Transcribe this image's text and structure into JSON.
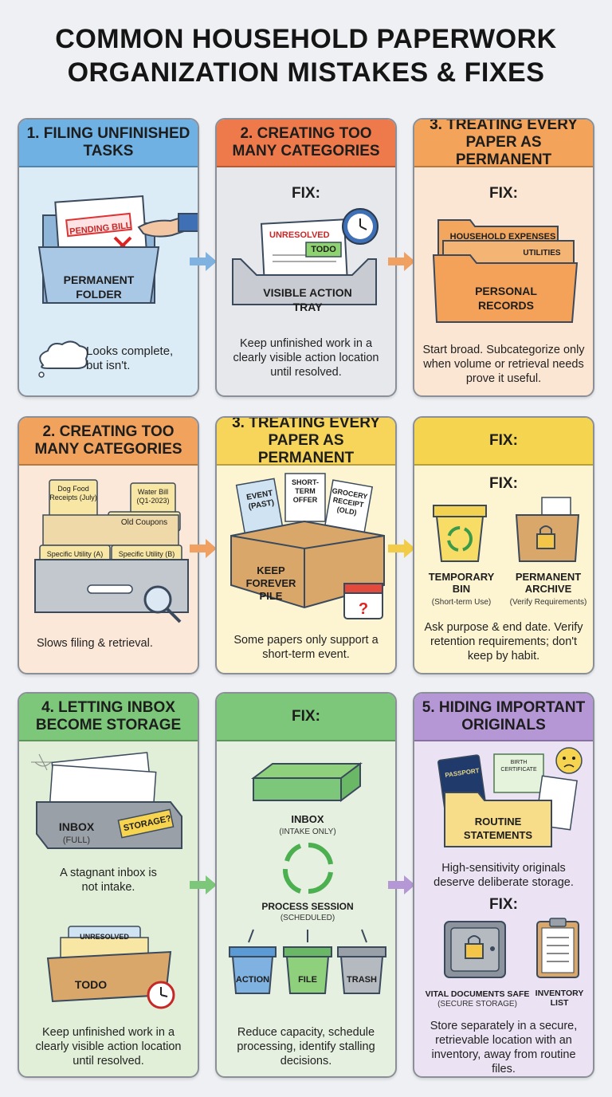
{
  "title": {
    "line1": "COMMON HOUSEHOLD PAPERWORK",
    "line2": "ORGANIZATION MISTAKES & FIXES"
  },
  "row1": {
    "card1": {
      "header": "1. FILING UNFINISHED TASKS",
      "paper_label": "PENDING BILL",
      "folder_label": "PERMANENT FOLDER",
      "caption": "Looks complete, but isn't."
    },
    "card2": {
      "header": "2. CREATING TOO MANY CATEGORIES",
      "fix": "FIX:",
      "paper_label": "UNRESOLVED",
      "tag": "TODO",
      "tray_label": "VISIBLE ACTION TRAY",
      "caption": "Keep unfinished work in a clearly visible action location until resolved."
    },
    "card3": {
      "header": "3. TREATING EVERY PAPER AS PERMANENT",
      "fix": "FIX:",
      "folder_top": "HOUSEHOLD EXPENSES",
      "folder_mid": "UTILITIES",
      "folder_front": "PERSONAL RECORDS",
      "caption": "Start broad. Subcategorize only when volume or retrieval needs prove it useful."
    }
  },
  "row2": {
    "card1": {
      "header": "2. CREATING TOO MANY CATEGORIES",
      "tab1": "Dog Food Receipts (July)",
      "tab2": "Water Bill (Q1-2023)",
      "tab3": "Old Coupons",
      "tab4": "Specific Utility (A)",
      "tab5": "Specific Utility (B)",
      "caption": "Slows filing & retrieval."
    },
    "card2": {
      "header": "3. TREATING EVERY PAPER AS PERMANENT",
      "paper1": "EVENT (PAST)",
      "paper2": "SHORT-TERM OFFER",
      "paper3": "GROCERY RECEIPT (OLD)",
      "box_label": "KEEP FOREVER PILE",
      "caption": "Some papers only support a short-term event."
    },
    "card3": {
      "header": "FIX:",
      "fix": "FIX:",
      "bin_label": "TEMPORARY BIN",
      "bin_sub": "(Short-term Use)",
      "archive_label": "PERMANENT ARCHIVE",
      "archive_sub": "(Verify Requirements)",
      "caption": "Ask purpose & end date. Verify retention requirements; don't keep by habit."
    }
  },
  "row3": {
    "card1": {
      "header": "4. LETTING INBOX BECOME STORAGE",
      "inbox_label": "INBOX",
      "inbox_sub": "(FULL)",
      "sticker": "STORAGE?",
      "caption1": "A stagnant inbox is not intake.",
      "tab": "UNRESOLVED",
      "todo_label": "TODO",
      "caption2": "Keep unfinished work in a clearly visible action location until resolved."
    },
    "card2": {
      "header": "FIX:",
      "inbox_label": "INBOX",
      "inbox_sub": "(INTAKE ONLY)",
      "process_label": "PROCESS SESSION",
      "process_sub": "(SCHEDULED)",
      "bin1": "ACTION",
      "bin2": "FILE",
      "bin3": "TRASH",
      "caption": "Reduce capacity, schedule processing, identify stalling decisions."
    },
    "card3": {
      "header": "5. HIDING IMPORTANT ORIGINALS",
      "passport": "PASSPORT",
      "cert": "BIRTH CERTIFICATE",
      "folder_label": "ROUTINE STATEMENTS",
      "caption1": "High-sensitivity originals deserve deliberate storage.",
      "fix": "FIX:",
      "safe_label": "VITAL DOCUMENTS SAFE",
      "safe_sub": "(SECURE STORAGE)",
      "list_label": "INVENTORY LIST",
      "caption2": "Store separately in a secure, retrievable location with an inventory, away from routine files."
    }
  },
  "colors": {
    "blue": "#6fb1e3",
    "red": "#ee7a4c",
    "orange": "#f3a35a",
    "yellow": "#f7d55a",
    "green": "#7dc77a",
    "purple": "#b597d6"
  }
}
